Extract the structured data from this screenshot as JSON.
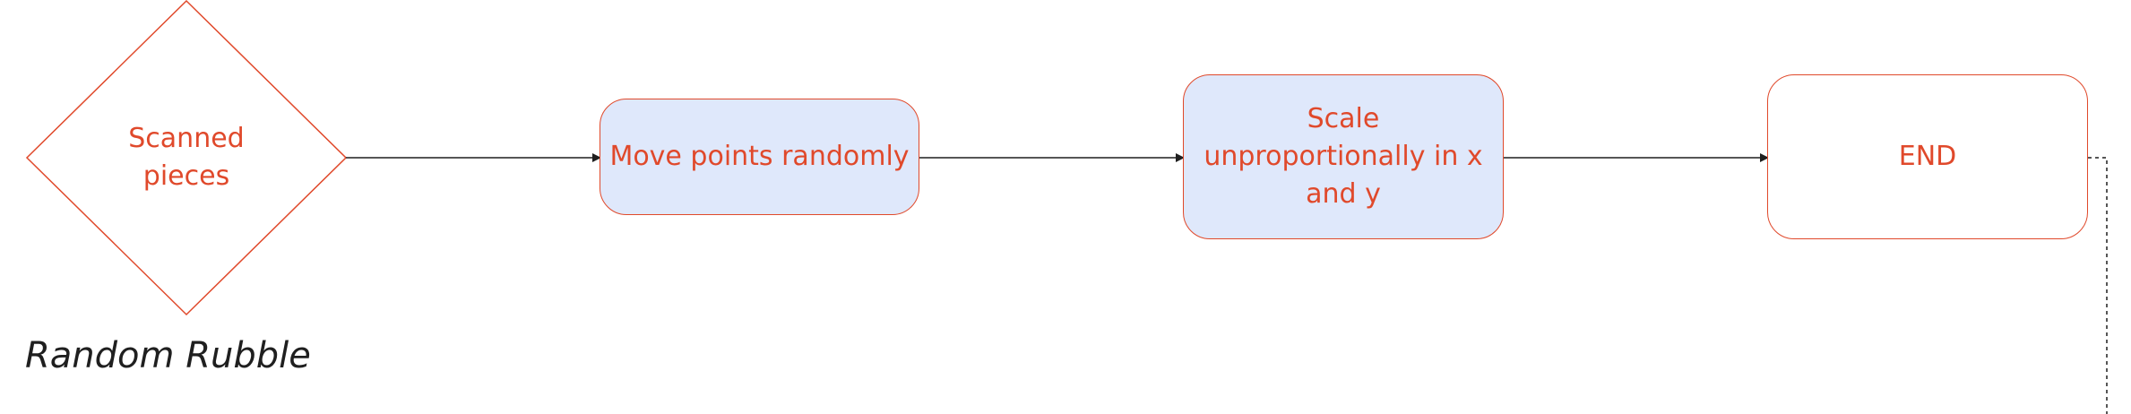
{
  "diagram": {
    "nodes": {
      "start": {
        "label": "Scanned pieces",
        "shape": "diamond"
      },
      "move": {
        "label": "Move points randomly",
        "shape": "rounded-rect",
        "fill": "#dfe8fb"
      },
      "scale": {
        "label": "Scale unproportionally in x and y",
        "shape": "rounded-rect",
        "fill": "#dfe8fb"
      },
      "end": {
        "label": "END",
        "shape": "rounded-rect",
        "fill": "#ffffff"
      }
    },
    "edges": [
      {
        "from": "start",
        "to": "move"
      },
      {
        "from": "move",
        "to": "scale"
      },
      {
        "from": "scale",
        "to": "end"
      },
      {
        "from": "end",
        "to": "offscreen",
        "style": "dashed"
      }
    ],
    "caption": "Random Rubble"
  },
  "colors": {
    "stroke": "#e0492b",
    "text": "#e0492b",
    "fill": "#dfe8fb",
    "arrow": "#1f1f1f",
    "caption": "#1f1f1f"
  }
}
